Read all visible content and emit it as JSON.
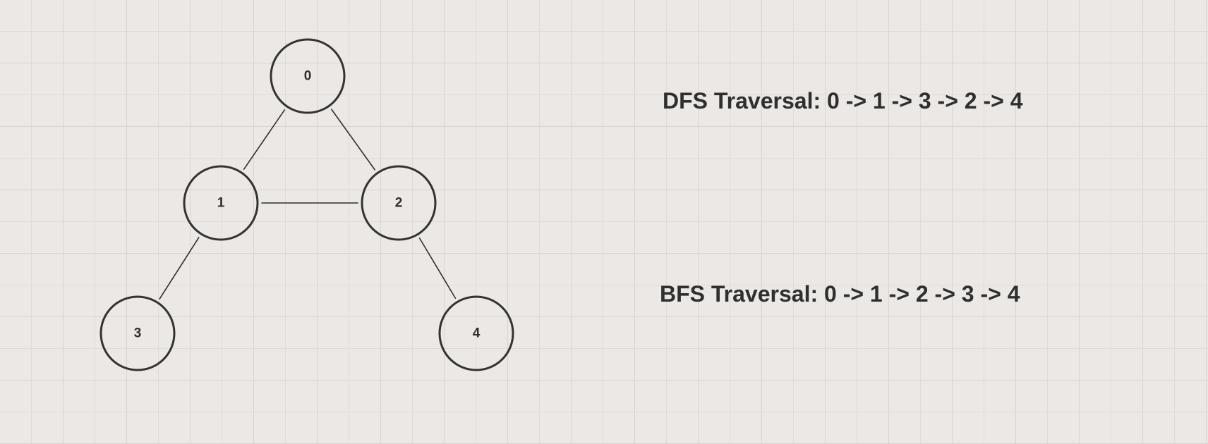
{
  "graph": {
    "nodes": [
      {
        "id": "0",
        "label": "0"
      },
      {
        "id": "1",
        "label": "1"
      },
      {
        "id": "2",
        "label": "2"
      },
      {
        "id": "3",
        "label": "3"
      },
      {
        "id": "4",
        "label": "4"
      }
    ],
    "edges": [
      {
        "from": "0",
        "to": "1"
      },
      {
        "from": "0",
        "to": "2"
      },
      {
        "from": "1",
        "to": "2"
      },
      {
        "from": "1",
        "to": "3"
      },
      {
        "from": "2",
        "to": "4"
      }
    ]
  },
  "dfs": {
    "text": "DFS Traversal: 0 -> 1 -> 3 -> 2 -> 4"
  },
  "bfs": {
    "text": "BFS Traversal: 0 -> 1 -> 2 -> 3 -> 4"
  },
  "colors": {
    "background": "#ebe8e5",
    "ink": "#2f2f2f"
  }
}
